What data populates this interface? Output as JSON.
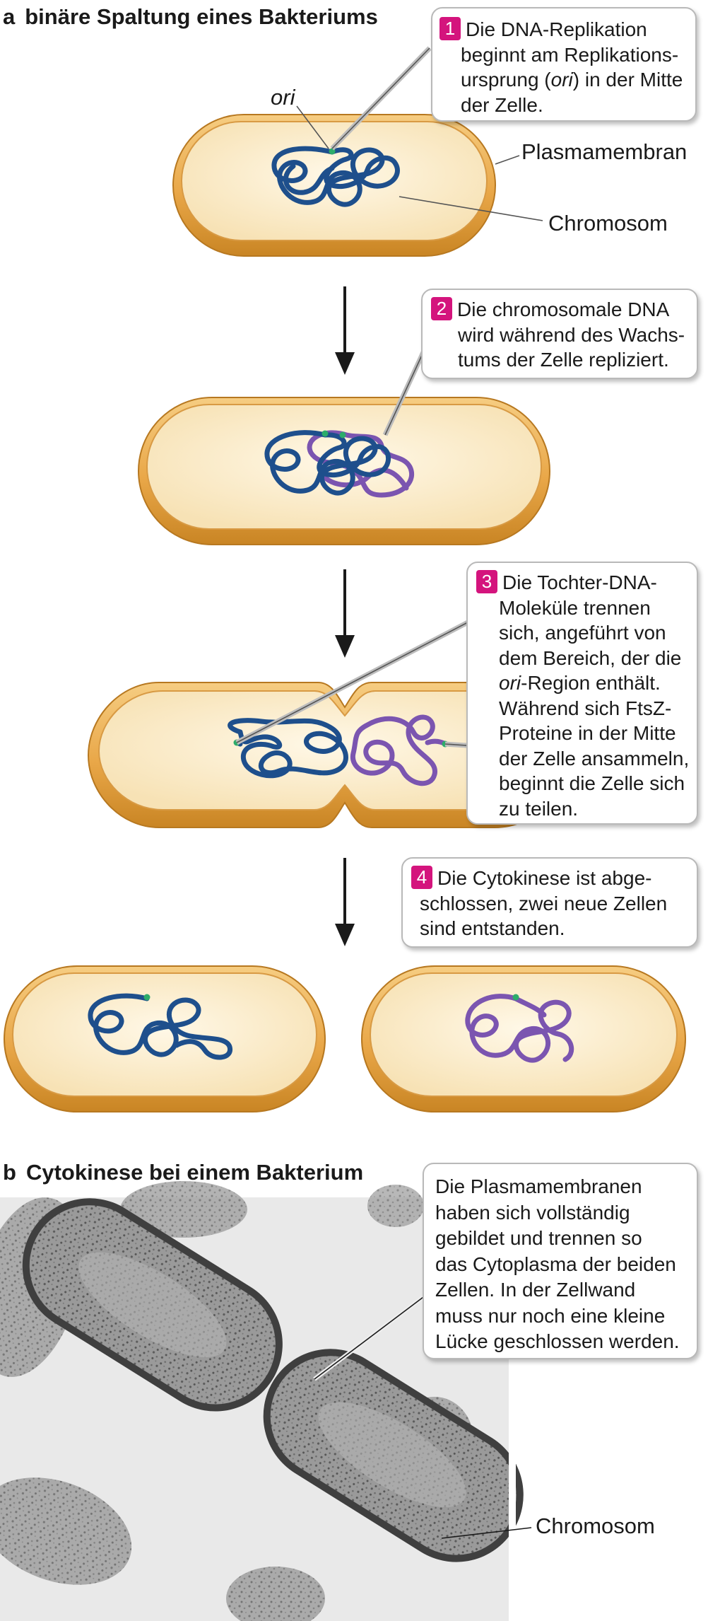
{
  "part_a": {
    "letter": "a",
    "title": "binäre Spaltung eines Bakteriums",
    "labels": {
      "ori": "ori",
      "plasma_membrane": "Plasmamembran",
      "chromosome": "Chromosom"
    },
    "steps": [
      {
        "number": "1",
        "lines": [
          "Die DNA-Replikation",
          "beginnt am Replikations-",
          "ursprung (ori) in der Mitte",
          "der Zelle."
        ]
      },
      {
        "number": "2",
        "lines": [
          "Die chromosomale DNA",
          "wird während des Wachs-",
          "tums der Zelle repliziert."
        ]
      },
      {
        "number": "3",
        "lines": [
          "Die Tochter-DNA-",
          "Moleküle trennen",
          "sich, angeführt von",
          "dem Bereich, der die",
          "ori-Region enthält.",
          "Während sich FtsZ-",
          "Proteine in der Mitte",
          "der Zelle ansammeln,",
          "beginnt die Zelle sich",
          "zu teilen."
        ]
      },
      {
        "number": "4",
        "lines": [
          "Die Cytokinese ist abge-",
          "schlossen, zwei neue Zellen",
          "sind entstanden."
        ]
      }
    ]
  },
  "part_b": {
    "letter": "b",
    "title": "Cytokinese bei einem Bakterium",
    "callout_lines": [
      "Die Plasmamembranen",
      "haben sich vollständig",
      "gebildet und trennen so",
      "das Cytoplasma der beiden",
      "Zellen. In der Zellwand",
      "muss nur noch eine kleine",
      "Lücke geschlossen werden."
    ],
    "chromosome_label": "Chromosom"
  },
  "colors": {
    "cell_outer": "#e8a94a",
    "cell_inner": "#fbe9c6",
    "dna_blue": "#1e4f8c",
    "dna_purple": "#7b55b0",
    "ori_dot": "#2dac6a",
    "step_badge": "#d4147d"
  }
}
